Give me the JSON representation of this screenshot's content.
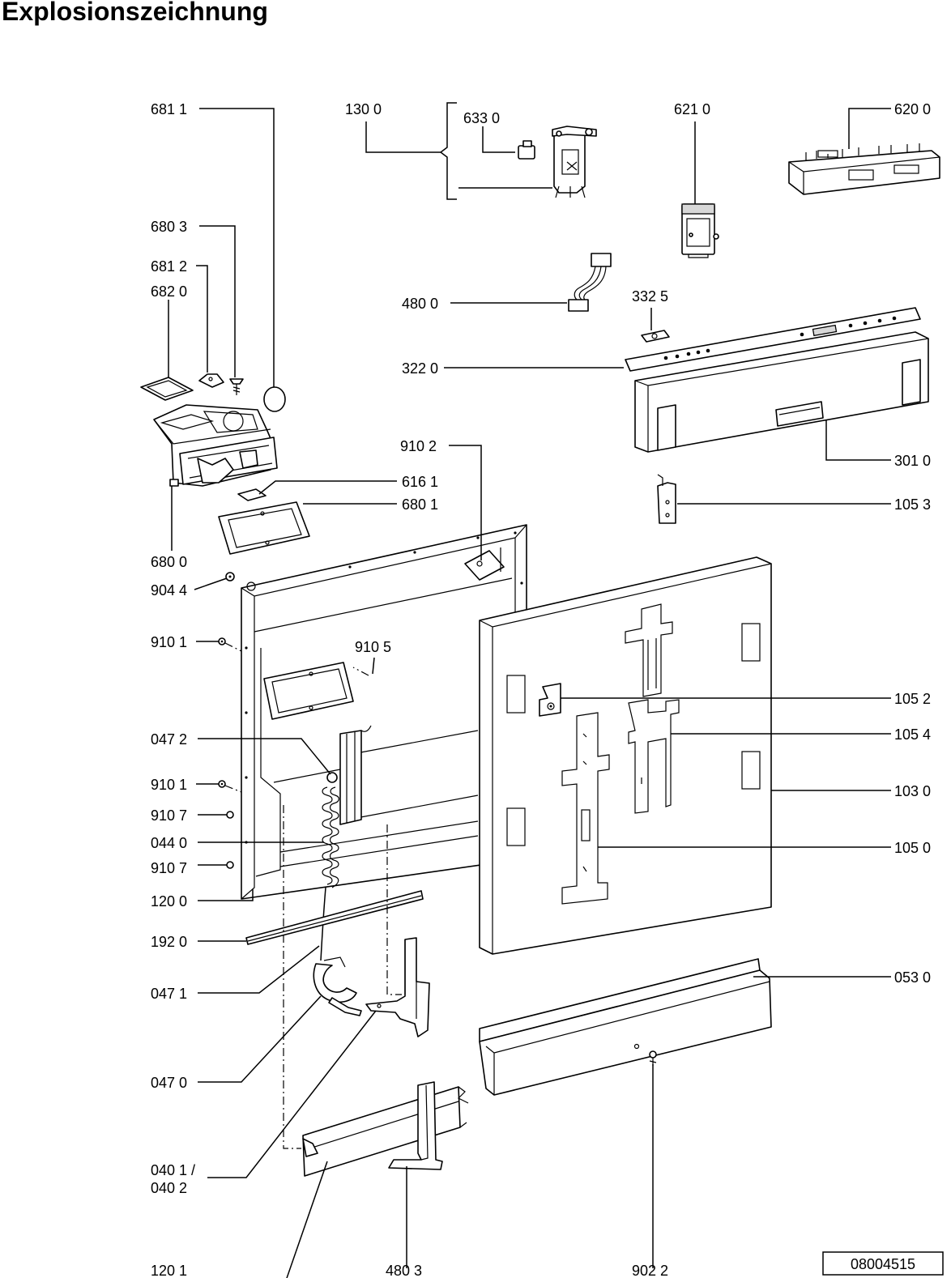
{
  "title": "Explosionszeichnung",
  "drawing_number": "08004515",
  "labels": {
    "l6811": "681 1",
    "l1300": "130 0",
    "l6330": "633 0",
    "l6210": "621 0",
    "l6200": "620 0",
    "l6803": "680 3",
    "l6812": "681 2",
    "l6820": "682 0",
    "l4800": "480 0",
    "l3325": "332 5",
    "l3220": "322 0",
    "l9102": "910 2",
    "l3010": "301 0",
    "l6161": "616 1",
    "l6801": "680 1",
    "l1053": "105 3",
    "l6800": "680 0",
    "l9044": "904 4",
    "l9101a": "910 1",
    "l9105": "910 5",
    "l1052": "105 2",
    "l0472": "047 2",
    "l1054": "105 4",
    "l9101b": "910 1",
    "l1030": "103 0",
    "l9107a": "910 7",
    "l0440": "044 0",
    "l1050": "105 0",
    "l9107b": "910 7",
    "l1200": "120 0",
    "l1920": "192 0",
    "l0471": "047 1",
    "l0530": "053 0",
    "l0470": "047 0",
    "l0401": "040 1 /",
    "l0402": "040 2",
    "l1201": "120 1",
    "l4803": "480 3",
    "l9022": "902 2"
  }
}
